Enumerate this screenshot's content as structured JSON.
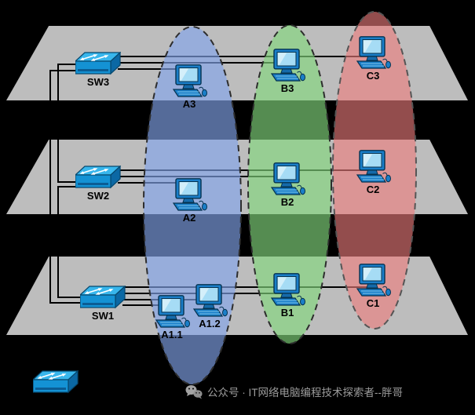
{
  "diagram": {
    "floors": [
      {
        "id": "floor-3",
        "switch": {
          "label": "SW3"
        },
        "devices": [
          {
            "label": "A3"
          },
          {
            "label": "B3"
          },
          {
            "label": "C3"
          }
        ]
      },
      {
        "id": "floor-2",
        "switch": {
          "label": "SW2"
        },
        "devices": [
          {
            "label": "A2"
          },
          {
            "label": "B2"
          },
          {
            "label": "C2"
          }
        ]
      },
      {
        "id": "floor-1",
        "switch": {
          "label": "SW1"
        },
        "devices": [
          {
            "label": "A1.1"
          },
          {
            "label": "A1.2"
          },
          {
            "label": "B1"
          },
          {
            "label": "C1"
          }
        ]
      }
    ],
    "vlans": [
      {
        "id": "vlan-a",
        "members": [
          "A3",
          "A2",
          "A1.1",
          "A1.2"
        ],
        "fill": "rgba(130,165,235,0.65)",
        "stroke": "#2d2d2d"
      },
      {
        "id": "vlan-b",
        "members": [
          "B3",
          "B2",
          "B1"
        ],
        "fill": "rgba(130,215,125,0.65)",
        "stroke": "#2d2d2d"
      },
      {
        "id": "vlan-c",
        "members": [
          "C3",
          "C2",
          "C1"
        ],
        "fill": "rgba(238,125,125,0.62)",
        "stroke": "#555555"
      }
    ],
    "colors": {
      "background": "#000000",
      "floor": "#bdbdbd",
      "line": "#000000",
      "device_blue": "#1a7ec8"
    }
  },
  "watermark": {
    "text": "公众号 · IT网络电脑编程技术探索者--胖哥"
  }
}
